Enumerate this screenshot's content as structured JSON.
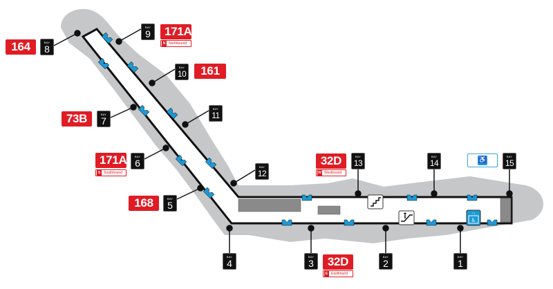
{
  "title": "Bus Platform Bay Map",
  "colors": {
    "route_red": "#e01c24",
    "bay_black": "#111111",
    "platform_gray": "#c6c7c9",
    "structure_gray": "#8a8a8a",
    "shelter_blue": "#1a9ad8"
  },
  "bay_word": "BAY",
  "bays": [
    {
      "number": "1"
    },
    {
      "number": "2"
    },
    {
      "number": "3"
    },
    {
      "number": "4"
    },
    {
      "number": "5"
    },
    {
      "number": "6"
    },
    {
      "number": "7"
    },
    {
      "number": "8"
    },
    {
      "number": "9"
    },
    {
      "number": "10"
    },
    {
      "number": "11"
    },
    {
      "number": "12"
    },
    {
      "number": "13"
    },
    {
      "number": "14"
    },
    {
      "number": "15"
    }
  ],
  "routes": [
    {
      "bay": "3",
      "route": "32D",
      "direction_letter": "E",
      "direction": "Eastbound"
    },
    {
      "bay": "5",
      "route": "168"
    },
    {
      "bay": "6",
      "route": "171A",
      "direction_letter": "S",
      "direction": "Southbound"
    },
    {
      "bay": "7",
      "route": "73B"
    },
    {
      "bay": "8",
      "route": "164"
    },
    {
      "bay": "9",
      "route": "171A",
      "direction_letter": "N",
      "direction": "Northbound"
    },
    {
      "bay": "10",
      "route": "161"
    },
    {
      "bay": "13",
      "route": "32D",
      "direction_letter": "W",
      "direction": "Westbound"
    }
  ],
  "amenities": {
    "accessible_boarding": "wheelchair-accessible-bus-icon",
    "stairs": "stairs-icon",
    "escalator": "escalator-icon",
    "elevator": "accessible-elevator-icon"
  }
}
